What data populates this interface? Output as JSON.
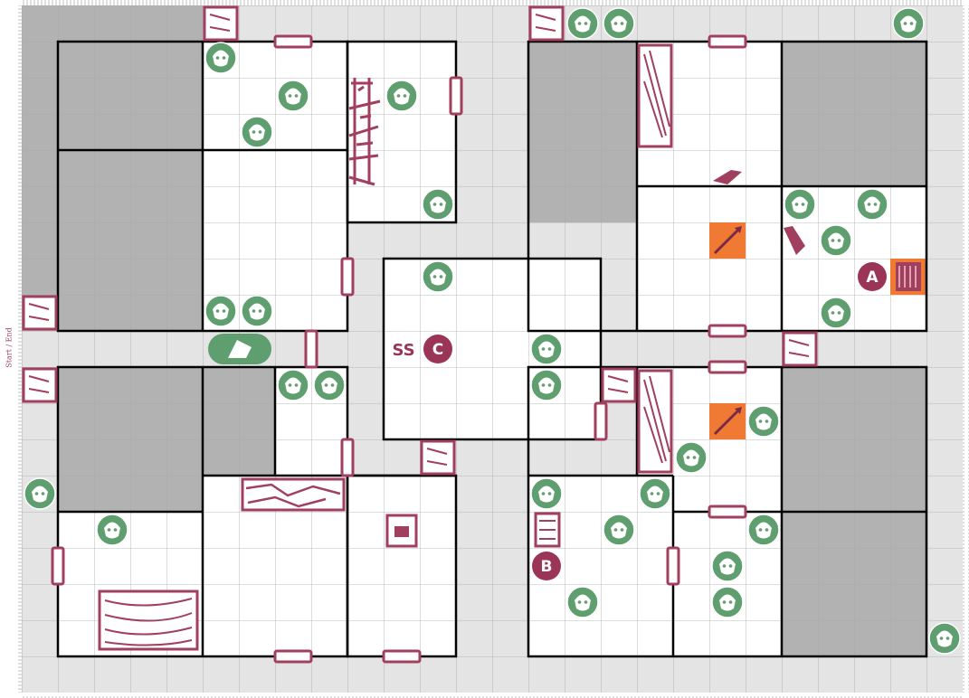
{
  "board": {
    "side_label": "Start / End",
    "room_markers": {
      "A": "A",
      "B": "B",
      "C": "C",
      "SS": "SS"
    },
    "colors": {
      "corridor": "#e4e4e4",
      "room_floor": "#ffffff",
      "solid_rock": "#b2b2b2",
      "grid_line": "#a8a8a8",
      "wall": "#000000",
      "monster_token": "#5f9e6e",
      "furniture": "#a0405e",
      "trap_tile": "#f07a34",
      "marker": "#9b3558"
    },
    "tokens": {
      "goblin": "goblin-icon",
      "orc": "orc-icon",
      "skeleton": "skeleton-icon",
      "mummy": "mummy-icon",
      "zombie": "zombie-icon",
      "chaos_warrior": "chaos-warrior-icon",
      "gargoyle": "gargoyle-icon",
      "fimir": "fimir-icon",
      "dread_sorcerer": "sorcerer-icon",
      "wizard": "wizard-icon"
    },
    "furniture": {
      "door": "door-icon",
      "rubble": "rubble-icon",
      "table": "table-icon",
      "bookcase": "bookcase-icon",
      "weapons_rack": "weapons-rack-icon",
      "treasure_chest": "chest-icon",
      "fireplace": "fireplace-icon",
      "spear_trap": "spear-trap-icon",
      "pit_trap": "pit-trap-icon"
    }
  }
}
